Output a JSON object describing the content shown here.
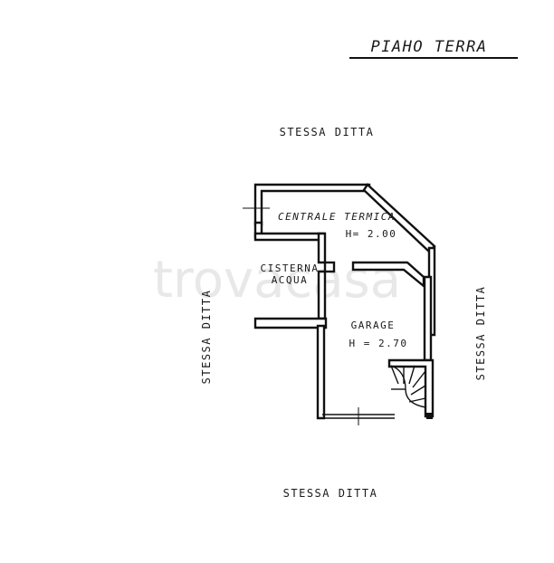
{
  "plan": {
    "title": "PIAHO TERRA",
    "neighbour_top": "STESSA DITTA",
    "neighbour_bottom": "STESSA DITTA",
    "neighbour_left": "STESSA DITTA",
    "neighbour_right": "STESSA DITTA"
  },
  "rooms": {
    "centrale_name": "CENTRALE TERMICA",
    "centrale_height": "H= 2.00",
    "cisterna_line1": "CISTERNA",
    "cisterna_line2": "ACQUA",
    "garage_name": "GARAGE",
    "garage_height": "H = 2.70"
  },
  "watermark": {
    "text": "trovacasa"
  }
}
